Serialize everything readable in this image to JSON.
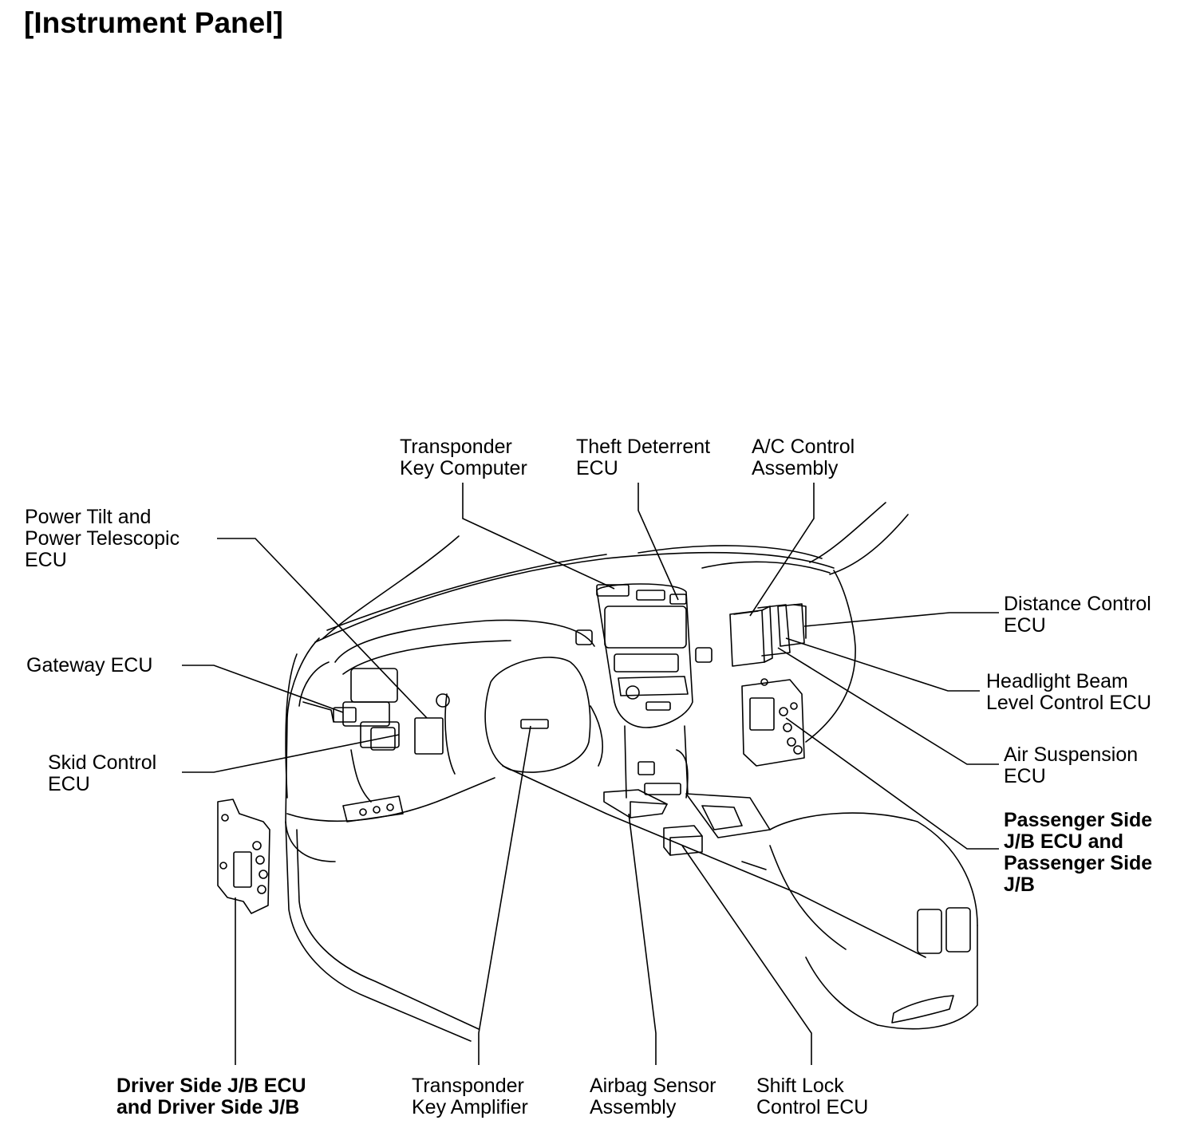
{
  "title": "[Instrument Panel]",
  "labels": {
    "transponder_key_computer": [
      "Transponder",
      "Key Computer"
    ],
    "theft_deterrent_ecu": [
      "Theft Deterrent",
      "ECU"
    ],
    "ac_control_assembly": [
      "A/C Control",
      "Assembly"
    ],
    "power_tilt_ecu": [
      "Power Tilt and",
      "Power Telescopic",
      "ECU"
    ],
    "gateway_ecu": [
      "Gateway ECU"
    ],
    "skid_control_ecu": [
      "Skid Control",
      "ECU"
    ],
    "distance_control_ecu": [
      "Distance Control",
      "ECU"
    ],
    "headlight_beam_ecu": [
      "Headlight Beam",
      "Level Control ECU"
    ],
    "air_suspension_ecu": [
      "Air Suspension",
      "ECU"
    ],
    "passenger_side_jb": [
      "Passenger Side",
      "J/B ECU and",
      "Passenger Side",
      "J/B"
    ],
    "driver_side_jb": [
      "Driver Side J/B ECU",
      "and Driver Side J/B"
    ],
    "transponder_key_amplifier": [
      "Transponder",
      "Key Amplifier"
    ],
    "airbag_sensor_assembly": [
      "Airbag Sensor",
      "Assembly"
    ],
    "shift_lock_ecu": [
      "Shift Lock",
      "Control ECU"
    ]
  }
}
